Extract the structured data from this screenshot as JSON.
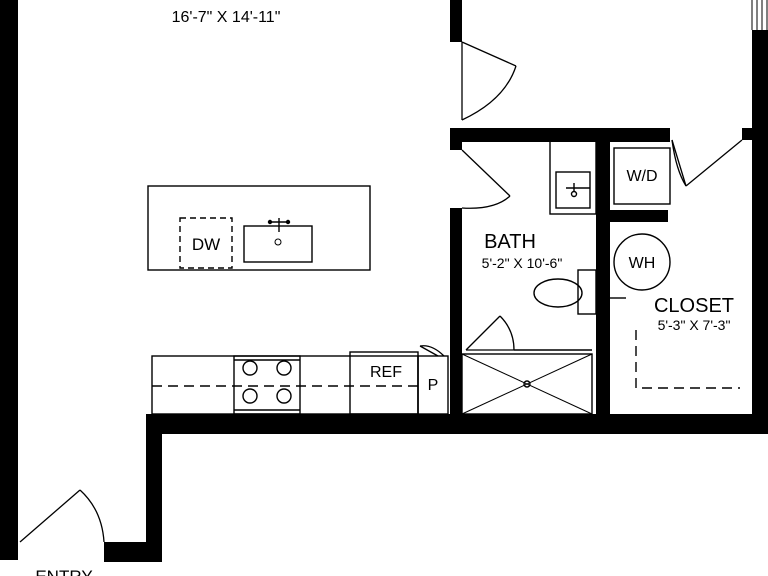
{
  "rooms": {
    "top_room_dims": "16'-7\" X 14'-11\"",
    "bath": {
      "name": "BATH",
      "dims": "5'-2\" X 10'-6\""
    },
    "closet": {
      "name": "CLOSET",
      "dims": "5'-3\" X 7'-3\""
    },
    "entry": {
      "name": "ENTRY"
    }
  },
  "fixtures": {
    "dishwasher": "DW",
    "refrigerator": "REF",
    "pantry": "P",
    "washer_dryer": "W/D",
    "water_heater": "WH"
  },
  "colors": {
    "wall": "#000000",
    "background": "#ffffff"
  }
}
